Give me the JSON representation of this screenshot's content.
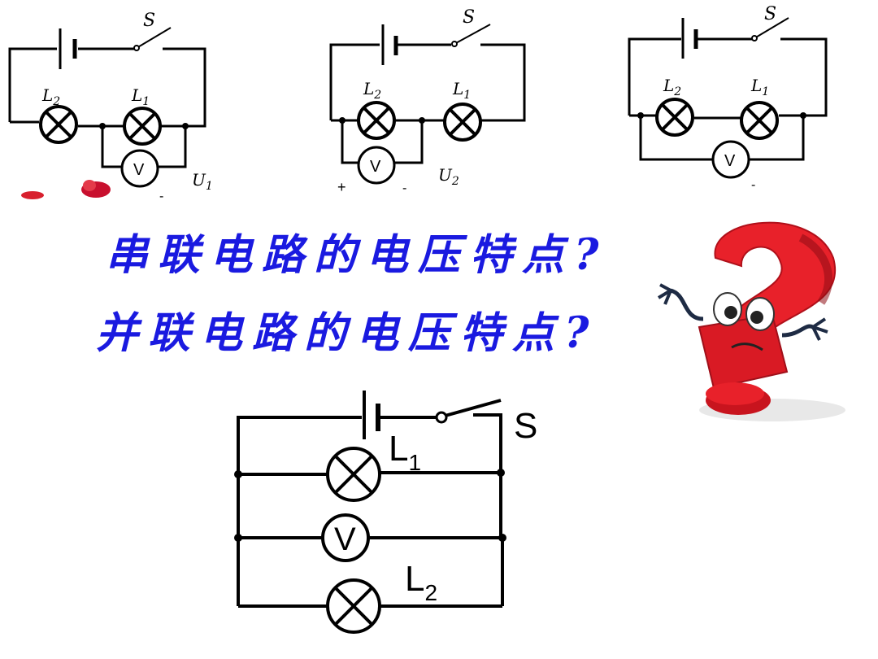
{
  "questions": {
    "series": "串联电路的电压特点?",
    "parallel": "并联电路的电压特点?"
  },
  "circuit1": {
    "switch": "S",
    "lamp_a": "L",
    "lamp_a_sub": "2",
    "lamp_b": "L",
    "lamp_b_sub": "1",
    "meter": "V",
    "reading": "U",
    "reading_sub": "1",
    "minus": "-"
  },
  "circuit2": {
    "switch": "S",
    "lamp_a": "L",
    "lamp_a_sub": "2",
    "lamp_b": "L",
    "lamp_b_sub": "1",
    "meter": "V",
    "reading": "U",
    "reading_sub": "2",
    "plus": "+",
    "minus": "-"
  },
  "circuit3": {
    "switch": "S",
    "lamp_a": "L",
    "lamp_a_sub": "2",
    "lamp_b": "L",
    "lamp_b_sub": "1",
    "meter": "V",
    "minus": "-"
  },
  "circuit4": {
    "switch": "S",
    "lamp_a": "L",
    "lamp_a_sub": "1",
    "meter": "V",
    "lamp_b": "L",
    "lamp_b_sub": "2"
  },
  "colors": {
    "title": "#1a1ae0",
    "question_mark": "#e8212a",
    "wire": "#000000"
  }
}
